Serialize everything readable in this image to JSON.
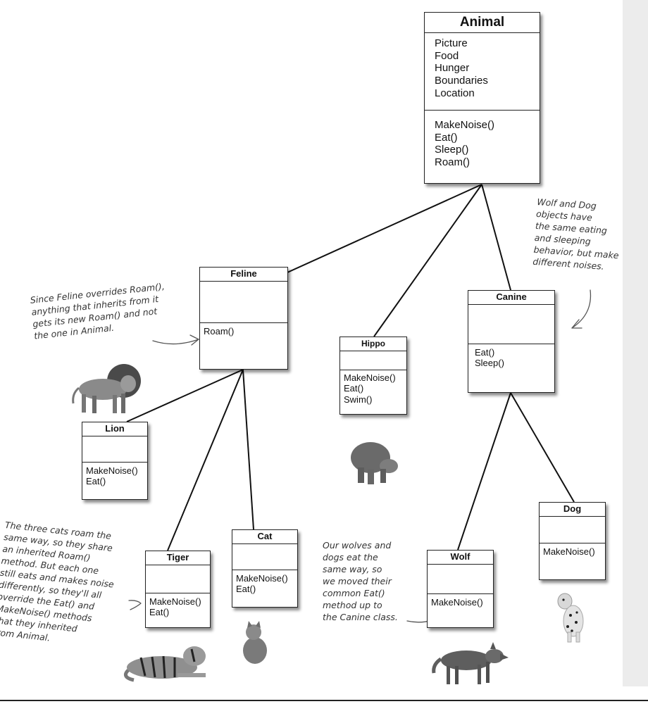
{
  "classes": {
    "animal": {
      "name": "Animal",
      "attributes": [
        "Picture",
        "Food",
        "Hunger",
        "Boundaries",
        "Location"
      ],
      "methods": [
        "MakeNoise()",
        "Eat()",
        "Sleep()",
        "Roam()"
      ]
    },
    "feline": {
      "name": "Feline",
      "methods": [
        "Roam()"
      ]
    },
    "hippo": {
      "name": "Hippo",
      "methods": [
        "MakeNoise()",
        "Eat()",
        "Swim()"
      ]
    },
    "canine": {
      "name": "Canine",
      "methods": [
        "Eat()",
        "Sleep()"
      ]
    },
    "lion": {
      "name": "Lion",
      "methods": [
        "MakeNoise()",
        "Eat()"
      ]
    },
    "tiger": {
      "name": "Tiger",
      "methods": [
        "MakeNoise()",
        "Eat()"
      ]
    },
    "cat": {
      "name": "Cat",
      "methods": [
        "MakeNoise()",
        "Eat()"
      ]
    },
    "wolf": {
      "name": "Wolf",
      "methods": [
        "MakeNoise()"
      ]
    },
    "dog": {
      "name": "Dog",
      "methods": [
        "MakeNoise()"
      ]
    }
  },
  "notes": {
    "wolf_dog": "Wolf and Dog\nobjects have\nthe same eating\nand sleeping\nbehavior, but make\ndifferent noises.",
    "feline": "Since Feline overrides Roam(),\nanything that inherits from it\ngets its new Roam() and not\nthe one in Animal.",
    "cats": "The three cats roam the\nsame way, so they share\nan inherited Roam()\nmethod. But each one\nstill eats and makes noise\ndifferently, so they'll all\noverride the Eat() and\nMakeNoise() methods\nthat they inherited\nfrom Animal.",
    "wolves": "Our wolves and\ndogs eat the\nsame way, so\nwe moved their\ncommon Eat()\nmethod up to\nthe Canine class."
  }
}
